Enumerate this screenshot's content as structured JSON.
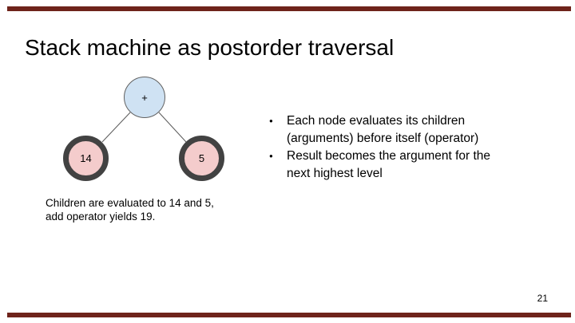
{
  "slide": {
    "title": "Stack machine as postorder traversal",
    "page_number": "21"
  },
  "tree": {
    "root_label": "+",
    "left_label": "14",
    "right_label": "5"
  },
  "bullets": {
    "glyph": "●",
    "items": [
      {
        "text": "Each node evaluates its children (arguments) before itself (operator)",
        "lines": [
          "Each node evaluates its children",
          "(arguments) before itself (operator)"
        ]
      },
      {
        "text": "Result becomes the argument for the next highest level",
        "lines": [
          "Result becomes the argument for the",
          "next highest level"
        ]
      }
    ]
  },
  "caption": {
    "lines": [
      "Children are evaluated to 14 and 5,",
      "add operator yields 19."
    ]
  },
  "colors": {
    "accent_bar": "#6e231b",
    "operator_node_fill": "#cfe2f3",
    "operand_node_fill": "#f4cccc",
    "operand_node_ring": "#424242",
    "edge_line": "#5a5a5a",
    "text": "#000000",
    "background": "#ffffff"
  }
}
